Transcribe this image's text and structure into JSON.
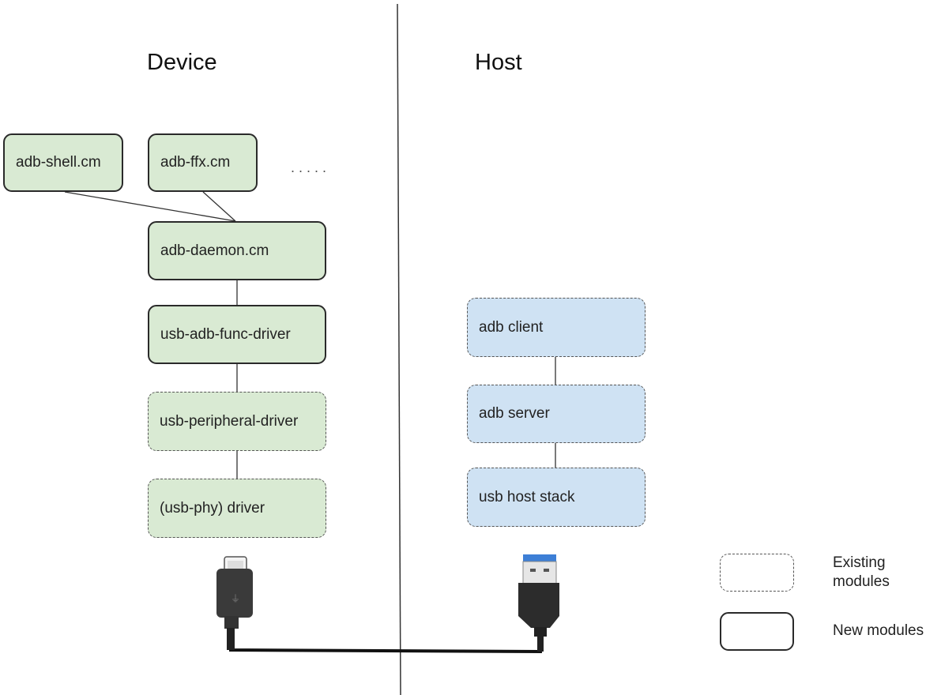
{
  "titles": {
    "device": "Device",
    "host": "Host"
  },
  "device_modules": [
    {
      "label": "adb-shell.cm",
      "type": "new"
    },
    {
      "label": "adb-ffx.cm",
      "type": "new"
    },
    {
      "label": "adb-daemon.cm",
      "type": "new"
    },
    {
      "label": "usb-adb-func-driver",
      "type": "new"
    },
    {
      "label": "usb-peripheral-driver",
      "type": "existing"
    },
    {
      "label": "(usb-phy) driver",
      "type": "existing"
    }
  ],
  "ellipsis": ".....",
  "host_modules": [
    {
      "label": "adb client",
      "type": "existing"
    },
    {
      "label": "adb server",
      "type": "existing"
    },
    {
      "label": "usb host stack",
      "type": "existing"
    }
  ],
  "legend": {
    "existing": "Existing modules",
    "existing_line1": "Existing",
    "existing_line2": "modules",
    "new": "New modules"
  },
  "colors": {
    "device_fill": "#d9ead3",
    "host_fill": "#cfe2f3",
    "usb3_blue": "#3d7fd6"
  },
  "connectors": {
    "device_plug": "micro-usb-connector",
    "host_plug": "usb-a-connector"
  }
}
